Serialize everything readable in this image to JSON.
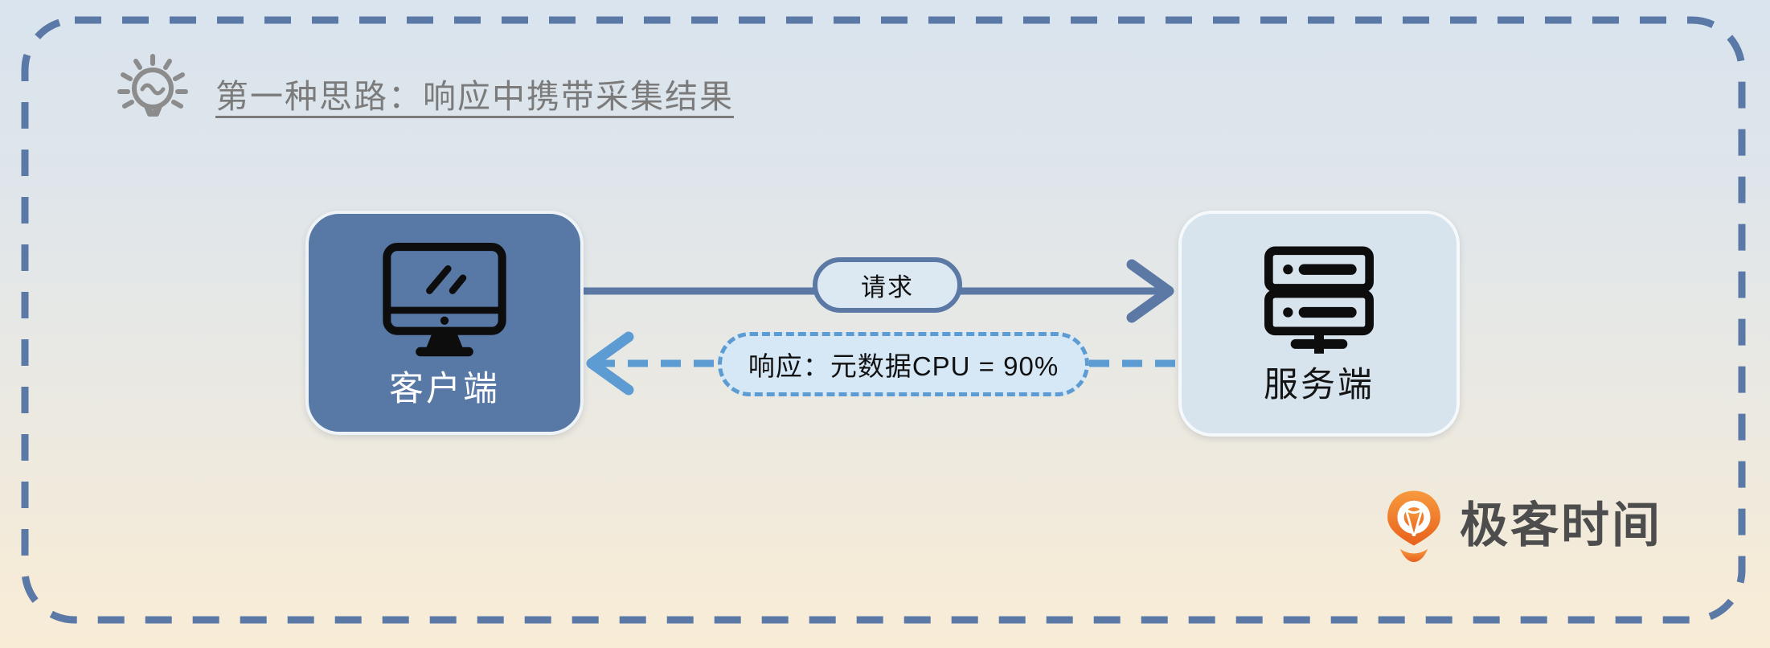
{
  "title": {
    "text": "第一种思路：响应中携带采集结果",
    "icon": "lightbulb-icon"
  },
  "nodes": {
    "client": {
      "label": "客户端",
      "icon": "monitor-icon"
    },
    "server": {
      "label": "服务端",
      "icon": "server-icon"
    }
  },
  "flows": {
    "request": {
      "label": "请求",
      "style": "solid",
      "from": "client",
      "to": "server"
    },
    "response": {
      "label": "响应：元数据CPU = 90%",
      "style": "dashed",
      "from": "server",
      "to": "client"
    }
  },
  "brand": {
    "name": "极客时间",
    "icon": "geektime-pin-icon"
  },
  "colors": {
    "frame_blue": "#5b79a6",
    "solid_arrow": "#5b79a4",
    "dashed_arrow": "#5d9bd3",
    "client_fill": "#5878a6",
    "server_fill": "#d7e4ee",
    "request_pill_fill": "#dce8f2",
    "response_pill_fill": "#d6e8f6",
    "title_gray": "#7b7b7b",
    "brand_orange": "#ed6a1f",
    "brand_text": "#4d4d4d",
    "background_top": "#d9e4ee",
    "background_bottom": "#f8ecd7"
  }
}
